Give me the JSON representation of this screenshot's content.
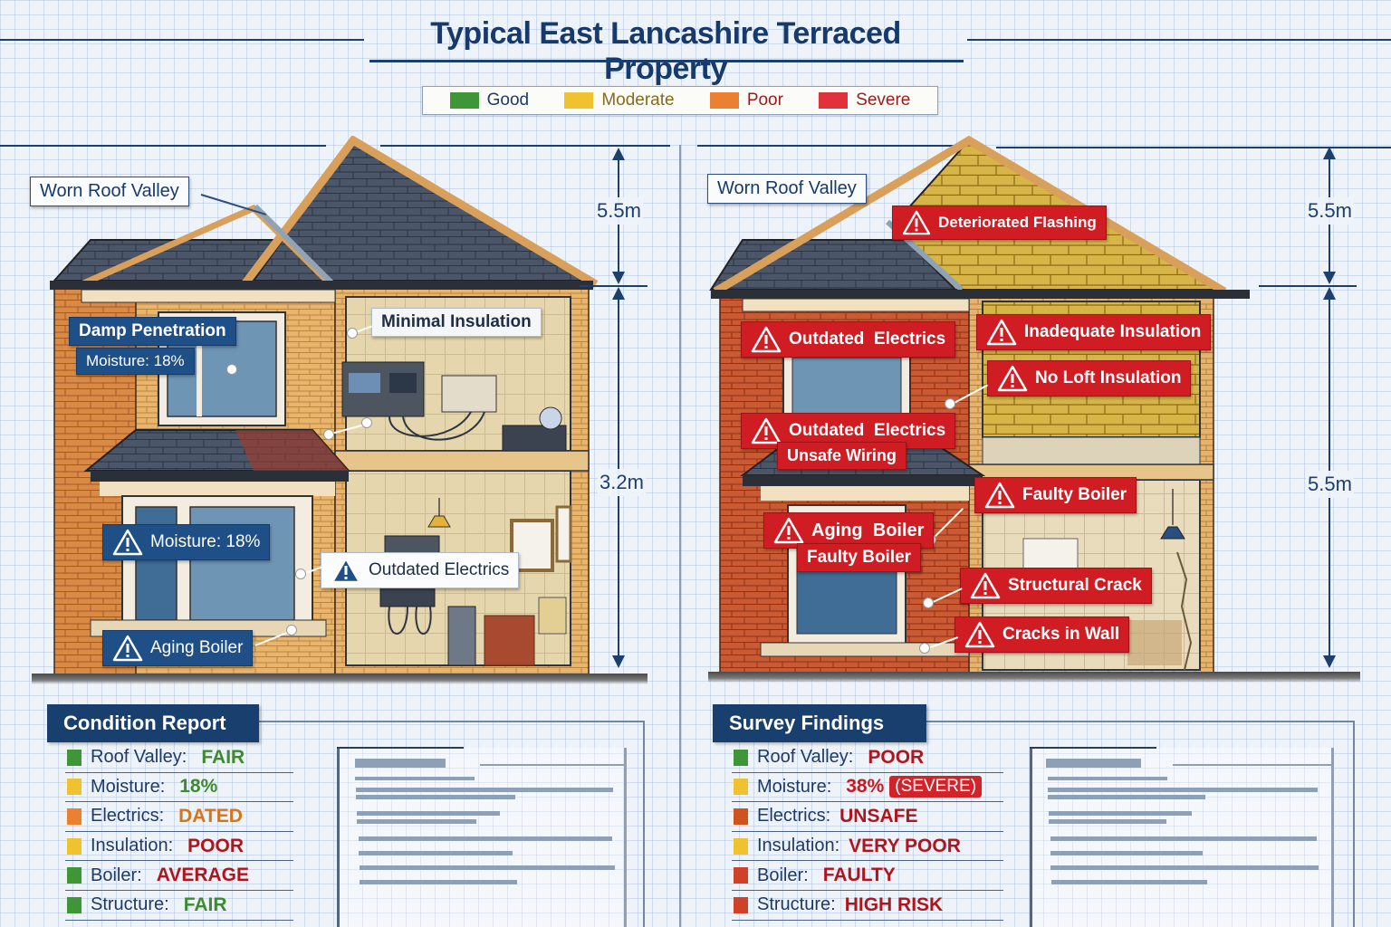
{
  "title": "Typical East Lancashire Terraced Property",
  "legend": [
    {
      "label": "Good",
      "color": "#3e9637",
      "text_color": "#1d3a64"
    },
    {
      "label": "Moderate",
      "color": "#f0c230",
      "text_color": "#8a6a1a"
    },
    {
      "label": "Poor",
      "color": "#ec8032",
      "text_color": "#9f1a1a"
    },
    {
      "label": "Severe",
      "color": "#e0323a",
      "text_color": "#9f1a1a"
    }
  ],
  "left_house": {
    "callouts": {
      "roof_valley": "Worn Roof Valley",
      "damp": "Damp Penetration",
      "damp_moisture": "Moisture: 18%",
      "insulation": "Minimal Insulation",
      "moisture": "Moisture: 18%",
      "electrics": "Outdated Electrics",
      "boiler": "Aging Boiler"
    },
    "dimensions": {
      "roof": "5.5m",
      "walls": "3.2m"
    }
  },
  "right_house": {
    "callouts": {
      "roof_valley": "Worn Roof Valley",
      "flashing": "Deteriorated Flashing",
      "electrics_upper": "Outdated  Electrics",
      "inadequate_insulation": "Inadequate Insulation",
      "no_loft": "No Loft Insulation",
      "electrics_lower": "Outdated  Electrics",
      "unsafe_wiring": "Unsafe Wiring",
      "faulty_boiler_upper": "Faulty Boiler",
      "aging_boiler": "Aging  Boiler",
      "faulty_boiler_lower": "Faulty Boiler",
      "structural_crack": "Structural Crack",
      "cracks_wall": "Cracks in Wall"
    },
    "dimensions": {
      "roof": "5.5m",
      "walls": "5.5m"
    }
  },
  "condition_report": {
    "heading": "Condition Report",
    "rows": [
      {
        "label": "Roof Valley:",
        "value": "FAIR",
        "square": "#3e9637",
        "value_color": "#3e8a2e"
      },
      {
        "label": "Moisture:",
        "value": "18%",
        "square": "#f0c230",
        "value_color": "#3e8a2e"
      },
      {
        "label": "Electrics:",
        "value": "DATED",
        "square": "#ec8032",
        "value_color": "#d4751a"
      },
      {
        "label": "Insulation:",
        "value": "POOR",
        "square": "#f0c230",
        "value_color": "#b0141c"
      },
      {
        "label": "Boiler:",
        "value": "AVERAGE",
        "square": "#3e9637",
        "value_color": "#b0141c"
      },
      {
        "label": "Structure:",
        "value": "FAIR",
        "square": "#3e9637",
        "value_color": "#3e8a2e"
      }
    ]
  },
  "survey_findings": {
    "heading": "Survey Findings",
    "rows": [
      {
        "label": "Roof Valley:",
        "value": "POOR",
        "square": "#3e9637",
        "value_color": "#b0141c"
      },
      {
        "label": "Moisture:",
        "value": "38%",
        "badge": "(SEVERE)",
        "square": "#f0c230",
        "value_color": "#c41a22"
      },
      {
        "label": "Electrics:",
        "value": "UNSAFE",
        "square": "#d0521e",
        "value_color": "#b0141c"
      },
      {
        "label": "Insulation:",
        "value": "VERY POOR",
        "square": "#f0c230",
        "value_color": "#b0141c"
      },
      {
        "label": "Boiler:",
        "value": "FAULTY",
        "square": "#d0412a",
        "value_color": "#b0141c"
      },
      {
        "label": "Structure:",
        "value": "HIGH RISK",
        "square": "#d0412a",
        "value_color": "#b0141c"
      }
    ]
  }
}
